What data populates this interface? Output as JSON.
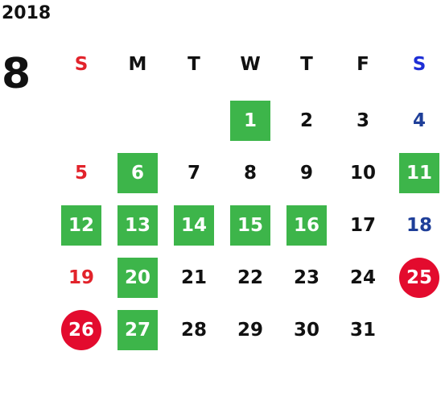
{
  "year": "2018",
  "month": "8",
  "weekdays": [
    {
      "label": "S",
      "kind": "sun"
    },
    {
      "label": "M",
      "kind": "weekday"
    },
    {
      "label": "T",
      "kind": "weekday"
    },
    {
      "label": "W",
      "kind": "weekday"
    },
    {
      "label": "T",
      "kind": "weekday"
    },
    {
      "label": "F",
      "kind": "weekday"
    },
    {
      "label": "S",
      "kind": "sat-header"
    }
  ],
  "colors": {
    "sunday_text": "#e2232b",
    "saturday_text": "#1f3f99",
    "saturday_header_text": "#1e2fd6",
    "weekday_text": "#111111",
    "highlight_green": "#3db54a",
    "highlight_red": "#e30b2e"
  },
  "weeks": [
    [
      {
        "day": ""
      },
      {
        "day": ""
      },
      {
        "day": ""
      },
      {
        "day": "1",
        "highlight": "green"
      },
      {
        "day": "2"
      },
      {
        "day": "3"
      },
      {
        "day": "4"
      }
    ],
    [
      {
        "day": "5"
      },
      {
        "day": "6",
        "highlight": "green"
      },
      {
        "day": "7"
      },
      {
        "day": "8"
      },
      {
        "day": "9"
      },
      {
        "day": "10"
      },
      {
        "day": "11",
        "highlight": "green"
      }
    ],
    [
      {
        "day": "12",
        "highlight": "green"
      },
      {
        "day": "13",
        "highlight": "green"
      },
      {
        "day": "14",
        "highlight": "green"
      },
      {
        "day": "15",
        "highlight": "green"
      },
      {
        "day": "16",
        "highlight": "green"
      },
      {
        "day": "17"
      },
      {
        "day": "18"
      }
    ],
    [
      {
        "day": "19"
      },
      {
        "day": "20",
        "highlight": "green"
      },
      {
        "day": "21"
      },
      {
        "day": "22"
      },
      {
        "day": "23"
      },
      {
        "day": "24"
      },
      {
        "day": "25",
        "highlight": "red"
      }
    ],
    [
      {
        "day": "26",
        "highlight": "red"
      },
      {
        "day": "27",
        "highlight": "green"
      },
      {
        "day": "28"
      },
      {
        "day": "29"
      },
      {
        "day": "30"
      },
      {
        "day": "31"
      },
      {
        "day": ""
      }
    ]
  ]
}
